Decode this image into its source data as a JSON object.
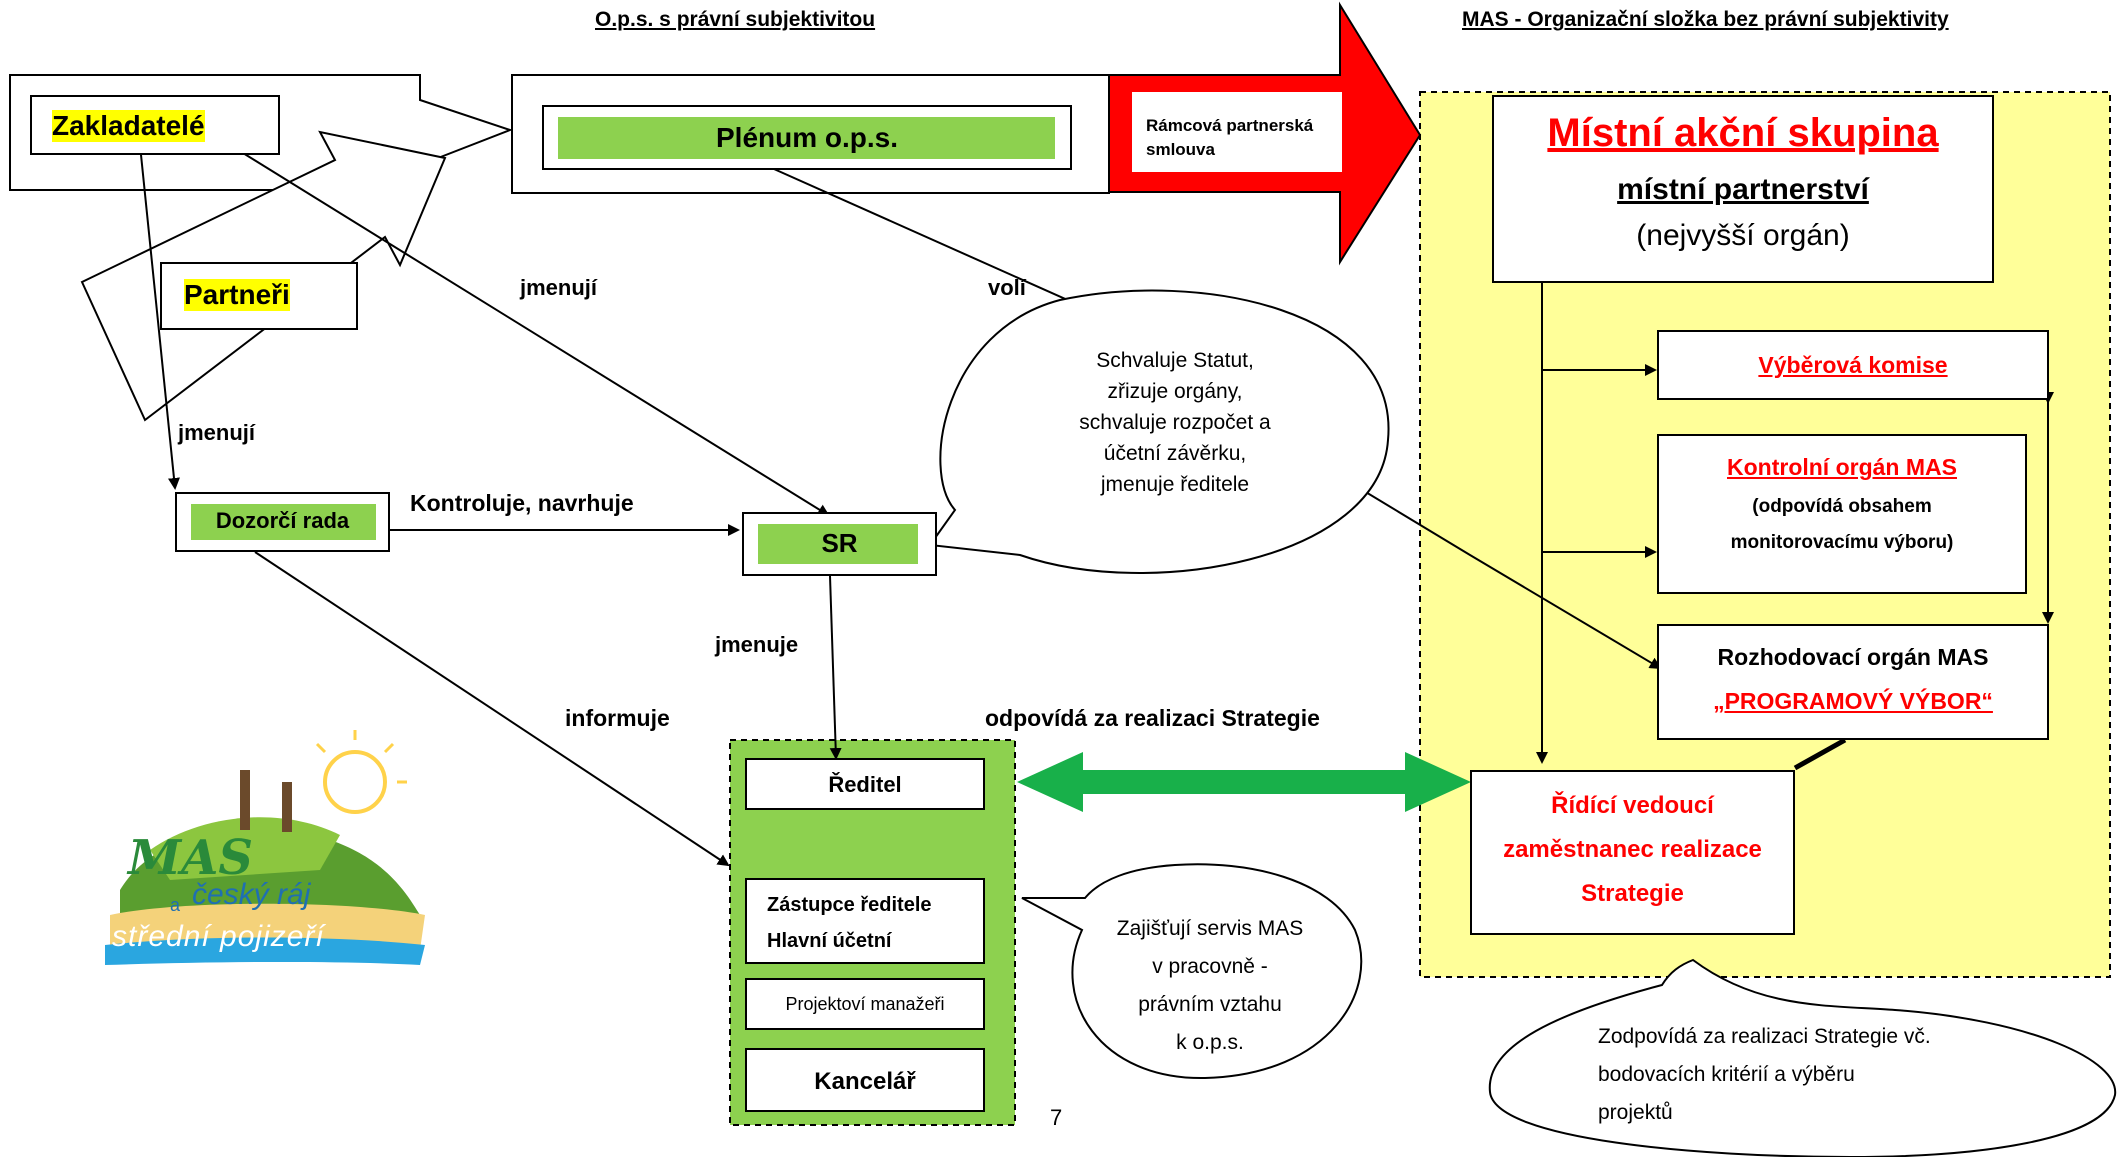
{
  "headers": {
    "left": "O.p.s. s právní subjektivitou",
    "right": "MAS  - Organizační složka bez právní subjektivity"
  },
  "nodes": {
    "zakladatele": "Zakladatelé",
    "partneri": "Partneři",
    "plenum": "Plénum o.p.s.",
    "ramcova": "Rámcová partnerská smlouva",
    "dozorci_rada": "Dozorčí rada",
    "sr": "SR",
    "reditel": "Ředitel",
    "zastupce_line1": "Zástupce ředitele",
    "zastupce_line2": "Hlavní účetní",
    "projektovi": "Projektoví manažeři",
    "kancelar": "Kancelář",
    "mas_title": "Místní akční skupina",
    "mas_subtitle": "místní partnerství",
    "mas_note": "(nejvyšší orgán)",
    "vyberova": "Výběrová komise",
    "kontrolni_title": "Kontrolní orgán MAS",
    "kontrolni_line1": "(odpovídá obsahem",
    "kontrolni_line2": "monitorovacímu výboru)",
    "rozhodovaci_title": "Rozhodovací orgán MAS",
    "rozhodovaci_sub": "„PROGRAMOVÝ VÝBOR“",
    "ridici_line1": "Řídící vedoucí",
    "ridici_line2": "zaměstnanec realizace",
    "ridici_line3": "Strategie"
  },
  "edge_labels": {
    "jmenuji_1": "jmenují",
    "jmenuji_2": "jmenují",
    "voli": "volí",
    "kontroluje": "Kontroluje, navrhuje",
    "jmenuje": "jmenuje",
    "informuje": "informuje",
    "odpovida": "odpovídá za realizaci Strategie"
  },
  "callouts": {
    "sr_callout": [
      "Schvaluje Statut,",
      "zřizuje orgány,",
      "schvaluje rozpočet a",
      "účetní závěrku,",
      "jmenuje ředitele"
    ],
    "office_callout": [
      "Zajišťují servis MAS",
      "v pracovně -",
      "právním vztahu",
      "k o.p.s."
    ],
    "mas_callout": [
      "Zodpovídá za realizaci Strategie vč.",
      "bodovacích kritérií a výběru",
      "projektů"
    ]
  },
  "logo": {
    "line1": "MAS",
    "line2": "český ráj",
    "line3": "a",
    "line4": "střední pojizeří"
  },
  "page_number": "7",
  "colors": {
    "green": "#8dd14f",
    "yellow_panel": "#ffff99",
    "highlight_yellow": "#ffff00",
    "red": "#ff0000",
    "arrow_green": "#18b04a"
  }
}
